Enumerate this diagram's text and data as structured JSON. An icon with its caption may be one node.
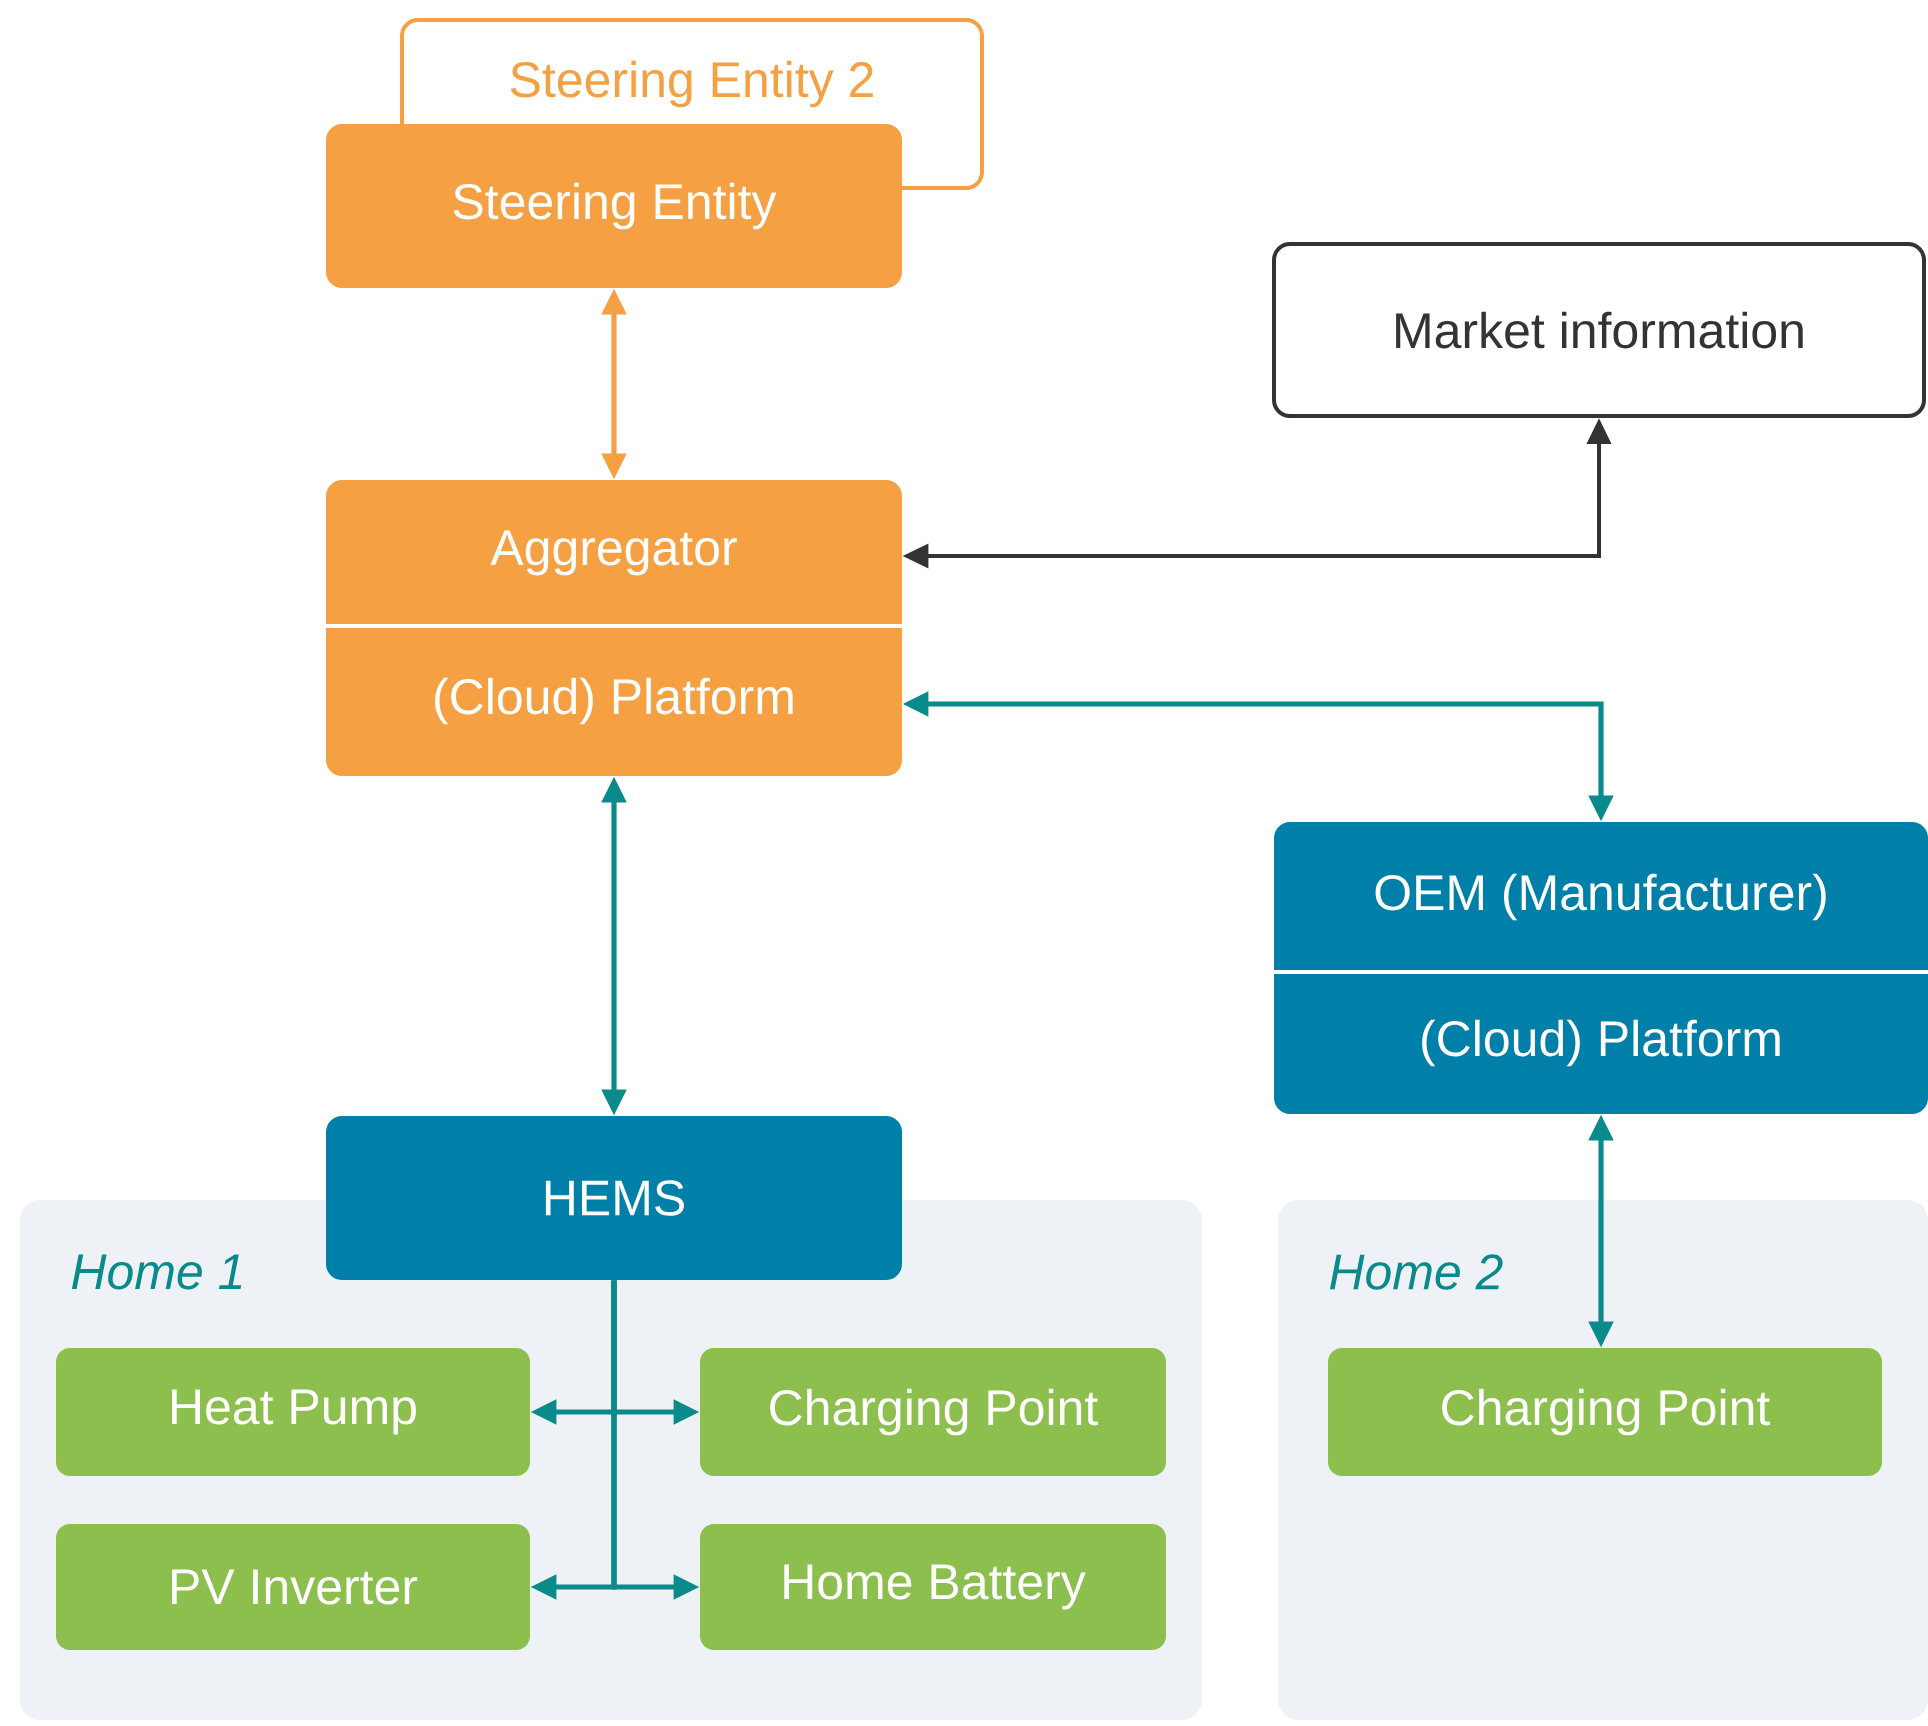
{
  "diagram": {
    "nodes": [
      {
        "text": [
          "Steering Entity 2"
        ]
      },
      {
        "text": [
          "Steering Entity"
        ]
      },
      {
        "text": [
          "Aggregator",
          "(Cloud) Platform"
        ]
      },
      {
        "text": [
          "Market information"
        ]
      },
      {
        "text": [
          "OEM (Manufacturer)",
          "(Cloud) Platform"
        ]
      },
      {
        "text": [
          "Home 1"
        ]
      },
      {
        "text": [
          "HEMS"
        ]
      },
      {
        "text": [
          "Heat Pump"
        ],
        "in": 5
      },
      {
        "text": [
          "Charging Point"
        ],
        "in": 5
      },
      {
        "text": [
          "PV Inverter"
        ],
        "in": 5
      },
      {
        "text": [
          "Home Battery"
        ],
        "in": 5
      },
      {
        "text": [
          "Home 2"
        ]
      },
      {
        "text": [
          "Charging Point"
        ],
        "in": 11
      }
    ],
    "edges": [
      {
        "from": 1,
        "to": 2,
        "arrow": "both",
        "color": "#f4a043"
      },
      {
        "from": 3,
        "to": 2,
        "arrow": "both",
        "color": "#333333"
      },
      {
        "from": 2,
        "to": 4,
        "arrow": "both"
      },
      {
        "from": 2,
        "to": 6,
        "arrow": "both"
      },
      {
        "from": 6,
        "to": 7,
        "arrow": "to"
      },
      {
        "from": 6,
        "to": 8,
        "arrow": "to"
      },
      {
        "from": 6,
        "to": 9,
        "arrow": "to"
      },
      {
        "from": 6,
        "to": 10,
        "arrow": "to"
      },
      {
        "from": 4,
        "to": 12,
        "arrow": "both"
      }
    ]
  }
}
